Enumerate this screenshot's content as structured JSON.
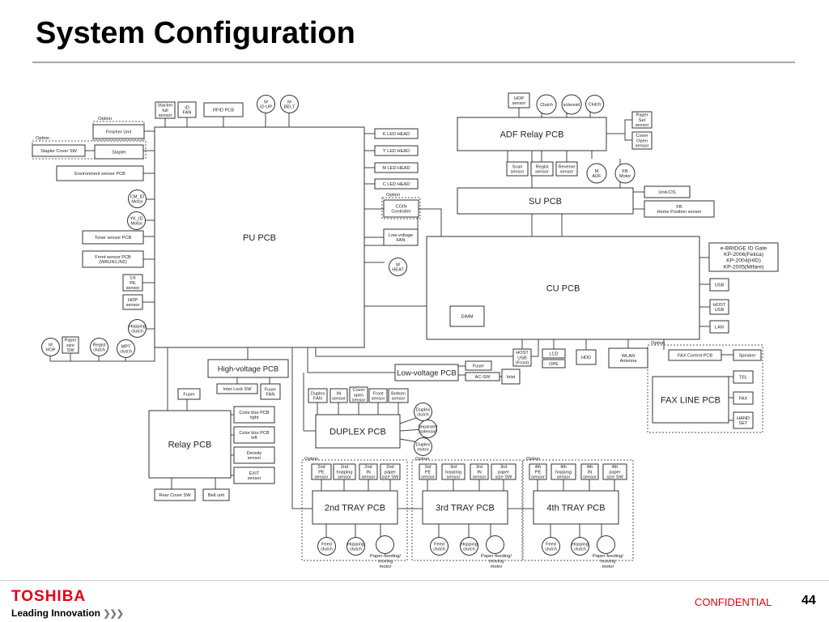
{
  "slide": {
    "title": "System Configuration",
    "confidential": "CONFIDENTIAL",
    "page_number": "44"
  },
  "brand": {
    "name": "TOSHIBA",
    "tagline": "Leading Innovation",
    "accent_color": "#e60012"
  },
  "diagram": {
    "nodes": [
      {
        "id": "pu-pcb",
        "lines": [
          "PU PCB"
        ],
        "size": "main"
      },
      {
        "id": "cu-pcb",
        "lines": [
          "CU PCB"
        ],
        "size": "main"
      },
      {
        "id": "adf-relay-pcb",
        "lines": [
          "ADF Relay PCB"
        ],
        "size": "main"
      },
      {
        "id": "su-pcb",
        "lines": [
          "SU PCB"
        ],
        "size": "main"
      },
      {
        "id": "relay-pcb",
        "lines": [
          "Relay PCB"
        ],
        "size": "main"
      },
      {
        "id": "duplex-pcb",
        "lines": [
          "DUPLEX PCB"
        ],
        "size": "main"
      },
      {
        "id": "tray2-pcb",
        "lines": [
          "2nd TRAY PCB"
        ],
        "size": "main"
      },
      {
        "id": "tray3-pcb",
        "lines": [
          "3rd TRAY PCB"
        ],
        "size": "main"
      },
      {
        "id": "tray4-pcb",
        "lines": [
          "4th TRAY PCB"
        ],
        "size": "main"
      },
      {
        "id": "fax-line-pcb",
        "lines": [
          "FAX LINE PCB"
        ],
        "size": "main"
      },
      {
        "id": "high-voltage-pcb",
        "lines": [
          "High-voltage PCB"
        ],
        "size": "mid"
      },
      {
        "id": "low-voltage-pcb",
        "lines": [
          "Low-voltage PCB"
        ],
        "size": "mid"
      },
      {
        "id": "stacker-full-sensor",
        "lines": [
          "Stacker",
          "full",
          "sensor"
        ]
      },
      {
        "id": "id-fan",
        "lines": [
          "ID",
          "FAN"
        ]
      },
      {
        "id": "rfid-pcb",
        "lines": [
          "RFID PCB"
        ]
      },
      {
        "id": "m-id-up",
        "lines": [
          "M",
          "ID UP"
        ],
        "shape": "circle"
      },
      {
        "id": "m-belt",
        "lines": [
          "M",
          "BELT"
        ],
        "shape": "circle"
      },
      {
        "id": "finisher-unit",
        "lines": [
          "Finisher Unit"
        ]
      },
      {
        "id": "stapler-cover-sw",
        "lines": [
          "Stapler Cover SW"
        ]
      },
      {
        "id": "stapler",
        "lines": [
          "Stapler"
        ]
      },
      {
        "id": "environment-sensor-pcb",
        "lines": [
          "Environment sensor PCB"
        ]
      },
      {
        "id": "cm-id-motor",
        "lines": [
          "CM_ID",
          "Motor"
        ],
        "shape": "circle"
      },
      {
        "id": "yk-id-motor",
        "lines": [
          "YK_ID",
          "Motor"
        ],
        "shape": "circle"
      },
      {
        "id": "toner-sensor-pcb",
        "lines": [
          "Toner sensor PCB"
        ]
      },
      {
        "id": "front-sensor-pcb",
        "lines": [
          "Front sensor PCB",
          "(WRUN1,IN2)"
        ]
      },
      {
        "id": "first-pe-sensor",
        "lines": [
          "1st",
          "PE",
          "sensor"
        ]
      },
      {
        "id": "hop-sensor-pu",
        "lines": [
          "HOP",
          "sensor"
        ]
      },
      {
        "id": "hopping-clutch-pu",
        "lines": [
          "Hopping",
          "clutch"
        ],
        "shape": "circle"
      },
      {
        "id": "m-hop",
        "lines": [
          "M",
          "HOP"
        ],
        "shape": "circle"
      },
      {
        "id": "paper-size-sw",
        "lines": [
          "Paper",
          "size",
          "SW"
        ]
      },
      {
        "id": "registration-clutch",
        "lines": [
          "Regist",
          "clutch"
        ],
        "shape": "circle"
      },
      {
        "id": "mpt-clutch",
        "lines": [
          "MPT",
          "clutch"
        ],
        "shape": "circle"
      },
      {
        "id": "k-led-head",
        "lines": [
          "K LED HEAD"
        ]
      },
      {
        "id": "y-led-head",
        "lines": [
          "Y LED HEAD"
        ]
      },
      {
        "id": "m-led-head",
        "lines": [
          "M LED HEAD"
        ]
      },
      {
        "id": "c-led-head",
        "lines": [
          "C LED HEAD"
        ]
      },
      {
        "id": "coin-controller",
        "lines": [
          "COIN",
          "Controller"
        ]
      },
      {
        "id": "low-voltage-fan",
        "lines": [
          "Low-voltage",
          "FAN"
        ]
      },
      {
        "id": "m-heat",
        "lines": [
          "M",
          "HEAT"
        ],
        "shape": "circle"
      },
      {
        "id": "hop-sensor-adf",
        "lines": [
          "HOP",
          "sensor"
        ]
      },
      {
        "id": "clutch-adf-1",
        "lines": [
          "Clutch"
        ],
        "shape": "circle"
      },
      {
        "id": "solenoid-adf",
        "lines": [
          "solenoid"
        ],
        "shape": "circle"
      },
      {
        "id": "clutch-adf-2",
        "lines": [
          "Clutch"
        ],
        "shape": "circle"
      },
      {
        "id": "paper-set-sensor",
        "lines": [
          "Paper",
          "Set",
          "sensor"
        ]
      },
      {
        "id": "cover-open-sensor",
        "lines": [
          "Cover",
          "Open",
          "sensor"
        ]
      },
      {
        "id": "scan-sensor",
        "lines": [
          "Scan",
          "sensor"
        ]
      },
      {
        "id": "regist-sensor",
        "lines": [
          "Regist",
          "sensor"
        ]
      },
      {
        "id": "reverse-sensor",
        "lines": [
          "Reverse",
          "sensor"
        ]
      },
      {
        "id": "m-adf",
        "lines": [
          "M",
          "ADF"
        ],
        "shape": "circle"
      },
      {
        "id": "fb-motor",
        "lines": [
          "FB",
          "Motor"
        ],
        "shape": "circle"
      },
      {
        "id": "unit-cis",
        "lines": [
          "Unit-CIS"
        ]
      },
      {
        "id": "fb-home-position-sensor",
        "lines": [
          "FB",
          "Home Position sensor"
        ]
      },
      {
        "id": "ebridge-id-gate",
        "lines": [
          "e-BRIDGE ID Gate",
          "KP-2006(Felica)",
          "KP-2004(HID)",
          "KP-2005(Mifare)"
        ]
      },
      {
        "id": "usb",
        "lines": [
          "USB"
        ]
      },
      {
        "id": "host-usb",
        "lines": [
          "HOST",
          "USB"
        ]
      },
      {
        "id": "lan",
        "lines": [
          "LAN"
        ]
      },
      {
        "id": "dimm",
        "lines": [
          "DIMM"
        ]
      },
      {
        "id": "host-usb-front",
        "lines": [
          "HOST",
          "USB",
          "(Front)"
        ]
      },
      {
        "id": "lcd",
        "lines": [
          "LCD"
        ]
      },
      {
        "id": "ope",
        "lines": [
          "OPE"
        ]
      },
      {
        "id": "hdd",
        "lines": [
          "HDD"
        ]
      },
      {
        "id": "wlan-antenna",
        "lines": [
          "WLAN",
          "Antenna"
        ]
      },
      {
        "id": "fax-control-pcb",
        "lines": [
          "FAX Control PCB"
        ]
      },
      {
        "id": "speaker",
        "lines": [
          "Speaker"
        ]
      },
      {
        "id": "tel",
        "lines": [
          "TEL"
        ]
      },
      {
        "id": "fax",
        "lines": [
          "FAX"
        ]
      },
      {
        "id": "hand-set",
        "lines": [
          "HAND",
          "SET"
        ]
      },
      {
        "id": "fuser-lv",
        "lines": [
          "Fuser"
        ]
      },
      {
        "id": "ac-sw",
        "lines": [
          "AC-SW"
        ]
      },
      {
        "id": "inlet",
        "lines": [
          "Inlet"
        ]
      },
      {
        "id": "fuser-relay",
        "lines": [
          "Fuser"
        ]
      },
      {
        "id": "inter-lock-sw",
        "lines": [
          "Inter Lock SW"
        ]
      },
      {
        "id": "fuser-fan",
        "lines": [
          "Fuser",
          "FAN"
        ]
      },
      {
        "id": "color-blur-pcb-right",
        "lines": [
          "Color blur PCB",
          "right"
        ]
      },
      {
        "id": "color-blur-pcb-left",
        "lines": [
          "Color blur PCB",
          "left"
        ]
      },
      {
        "id": "density-sensor",
        "lines": [
          "Density",
          "sensor"
        ]
      },
      {
        "id": "exit-sensor",
        "lines": [
          "EXIT",
          "sensor"
        ]
      },
      {
        "id": "rear-cover-sw",
        "lines": [
          "Rear Cover SW"
        ]
      },
      {
        "id": "belt-unit",
        "lines": [
          "Belt unit"
        ]
      },
      {
        "id": "duplex-fan",
        "lines": [
          "Duplex",
          "FAN"
        ]
      },
      {
        "id": "in-sensor-duplex",
        "lines": [
          "IN",
          "sensor"
        ]
      },
      {
        "id": "cover-open-sensor-duplex",
        "lines": [
          "Cover",
          "open",
          "sensor"
        ]
      },
      {
        "id": "front-sensor-duplex",
        "lines": [
          "Front",
          "sensor"
        ]
      },
      {
        "id": "bottom-sensor-duplex",
        "lines": [
          "Bottom",
          "sensor"
        ]
      },
      {
        "id": "duplex-clutch",
        "lines": [
          "Duplex",
          "clutch"
        ],
        "shape": "circle"
      },
      {
        "id": "separator-solenoid",
        "lines": [
          "Separator",
          "solenoid"
        ],
        "shape": "circle"
      },
      {
        "id": "duplex-motor",
        "lines": [
          "Duplex",
          "motor"
        ],
        "shape": "circle"
      },
      {
        "id": "t2-pe-sensor",
        "lines": [
          "2nd",
          "PE",
          "sensor"
        ]
      },
      {
        "id": "t2-hopping-sensor",
        "lines": [
          "2nd",
          "hopping",
          "sensor"
        ]
      },
      {
        "id": "t2-in-sensor",
        "lines": [
          "2nd",
          "IN",
          "sensor"
        ]
      },
      {
        "id": "t2-paper-size-sw",
        "lines": [
          "2nd",
          "paper",
          "size SW"
        ]
      },
      {
        "id": "t3-pe-sensor",
        "lines": [
          "3rd",
          "PE",
          "sensor"
        ]
      },
      {
        "id": "t3-hopping-sensor",
        "lines": [
          "3rd",
          "hopping",
          "sensor"
        ]
      },
      {
        "id": "t3-in-sensor",
        "lines": [
          "3rd",
          "IN",
          "sensor"
        ]
      },
      {
        "id": "t3-paper-size-sw",
        "lines": [
          "3rd",
          "paper",
          "size SW"
        ]
      },
      {
        "id": "t4-pe-sensor",
        "lines": [
          "4th",
          "PE",
          "sensor"
        ]
      },
      {
        "id": "t4-hopping-sensor",
        "lines": [
          "4th",
          "hopping",
          "sensor"
        ]
      },
      {
        "id": "t4-in-sensor",
        "lines": [
          "4th",
          "IN",
          "sensor"
        ]
      },
      {
        "id": "t4-paper-size-sw",
        "lines": [
          "4th",
          "paper",
          "size SW"
        ]
      },
      {
        "id": "t2-feed-clutch",
        "lines": [
          "Feed",
          "clutch"
        ],
        "shape": "circle"
      },
      {
        "id": "t2-hopping-clutch",
        "lines": [
          "Hopping",
          "clutch"
        ],
        "shape": "circle"
      },
      {
        "id": "t2-motor",
        "lines": [
          ""
        ],
        "shape": "circle"
      },
      {
        "id": "t3-feed-clutch",
        "lines": [
          "Feed",
          "clutch"
        ],
        "shape": "circle"
      },
      {
        "id": "t3-hopping-clutch",
        "lines": [
          "Hopping",
          "clutch"
        ],
        "shape": "circle"
      },
      {
        "id": "t3-motor",
        "lines": [
          ""
        ],
        "shape": "circle"
      },
      {
        "id": "t4-feed-clutch",
        "lines": [
          "Feed",
          "clutch"
        ],
        "shape": "circle"
      },
      {
        "id": "t4-hopping-clutch",
        "lines": [
          "Hopping",
          "clutch"
        ],
        "shape": "circle"
      },
      {
        "id": "t4-motor",
        "lines": [
          ""
        ],
        "shape": "circle"
      }
    ],
    "captions": [
      {
        "id": "option-finisher",
        "text": "Option"
      },
      {
        "id": "option-stapler",
        "text": "Option"
      },
      {
        "id": "option-coin",
        "text": "Option"
      },
      {
        "id": "option-fax",
        "text": "Option"
      },
      {
        "id": "option-tray2",
        "text": "Option"
      },
      {
        "id": "option-tray3",
        "text": "Option"
      },
      {
        "id": "option-tray4",
        "text": "Option"
      },
      {
        "id": "t2-motor-label",
        "text": "Paper-feeding/ moving motor"
      },
      {
        "id": "t3-motor-label",
        "text": "Paper-feeding/ moving motor"
      },
      {
        "id": "t4-motor-label",
        "text": "Paper-feeding/ moving motor"
      }
    ]
  }
}
